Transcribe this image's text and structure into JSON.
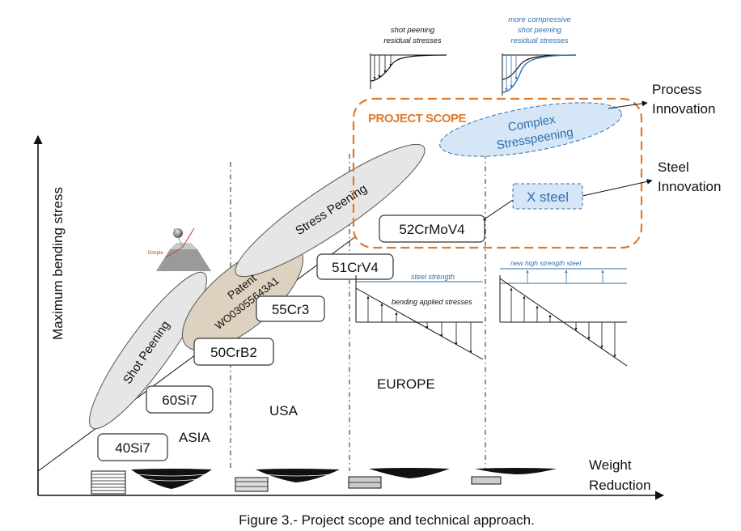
{
  "axes": {
    "y_label": "Maximum bending stress",
    "x_label_line1": "Weight",
    "x_label_line2": "Reduction"
  },
  "caption": "Figure 3.- Project scope and technical approach.",
  "regions": {
    "asia": "ASIA",
    "usa": "USA",
    "europe": "EUROPE"
  },
  "steels": [
    "40Si7",
    "60Si7",
    "50CrB2",
    "55Cr3",
    "51CrV4",
    "52CrMoV4"
  ],
  "processes": {
    "shot_peening": "Shot Peening",
    "patent_line1": "Patent",
    "patent_line2": "WO03055643A1",
    "stress_peening": "Stress Peening",
    "complex_line1": "Complex",
    "complex_line2": "Stresspeening",
    "x_steel": "X steel"
  },
  "project_scope": "PROJECT SCOPE",
  "innovation": {
    "process_line1": "Process",
    "process_line2": "Innovation",
    "steel_line1": "Steel",
    "steel_line2": "Innovation"
  },
  "insets": {
    "sp_line1": "shot peening",
    "sp_line2": "residual stresses",
    "mc_line1": "more compressive",
    "mc_line2": "shot peening",
    "mc_line3": "residual stresses",
    "steel_strength": "steel strength",
    "bending": "bending applied stresses",
    "new_steel": "new high strength steel",
    "dimple": "Dimple"
  },
  "colors": {
    "scope_orange": "#e07a2c",
    "blue_text": "#2f6fb3",
    "blue_fill": "#d5e6f6",
    "grey_fill": "#e6e6e6",
    "patent_fill": "#ddd2bf"
  }
}
